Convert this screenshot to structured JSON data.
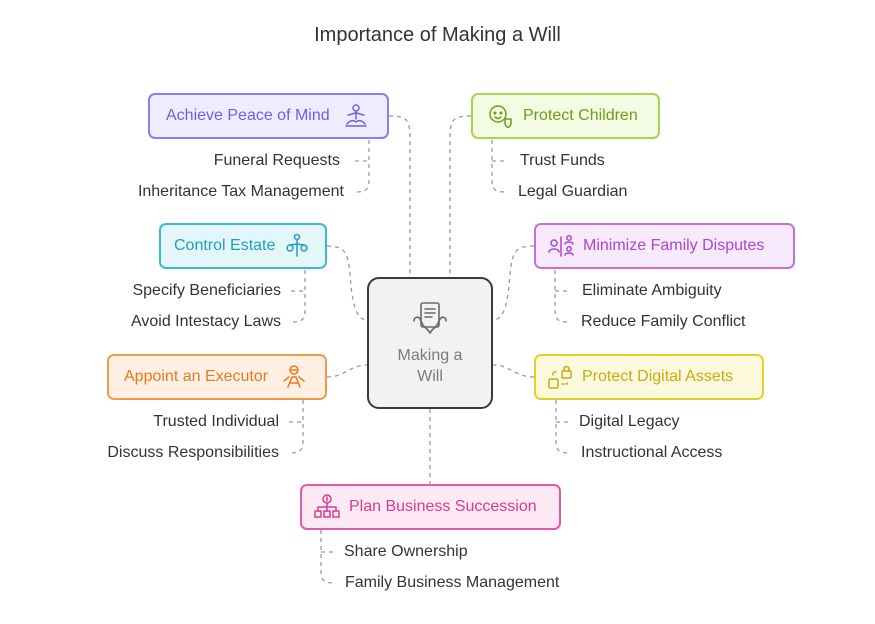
{
  "title": "Importance of Making a Will",
  "center": {
    "label": "Making a Will",
    "icon": "will-document-icon"
  },
  "branches": [
    {
      "label": "Achieve Peace of Mind",
      "icon": "meditation-icon",
      "color": "#8a7ff0",
      "items": [
        "Funeral Requests",
        "Inheritance Tax Management"
      ]
    },
    {
      "label": "Protect Children",
      "icon": "baby-shield-icon",
      "color": "#a6d64b",
      "items": [
        "Trust Funds",
        "Legal Guardian"
      ]
    },
    {
      "label": "Control Estate",
      "icon": "flow-control-icon",
      "color": "#3cb7d8",
      "items": [
        "Specify Beneficiaries",
        "Avoid Intestacy Laws"
      ]
    },
    {
      "label": "Minimize Family Disputes",
      "icon": "family-dispute-icon",
      "color": "#c56ee2",
      "items": [
        "Eliminate Ambiguity",
        "Reduce Family Conflict"
      ]
    },
    {
      "label": "Appoint an Executor",
      "icon": "executor-icon",
      "color": "#f29a4a",
      "items": [
        "Trusted Individual",
        "Discuss Responsibilities"
      ]
    },
    {
      "label": "Protect Digital Assets",
      "icon": "digital-lock-icon",
      "color": "#e6cf2b",
      "items": [
        "Digital Legacy",
        "Instructional Access"
      ]
    },
    {
      "label": "Plan Business Succession",
      "icon": "org-chart-icon",
      "color": "#e25aa9",
      "items": [
        "Share Ownership",
        "Family Business Management"
      ]
    }
  ]
}
